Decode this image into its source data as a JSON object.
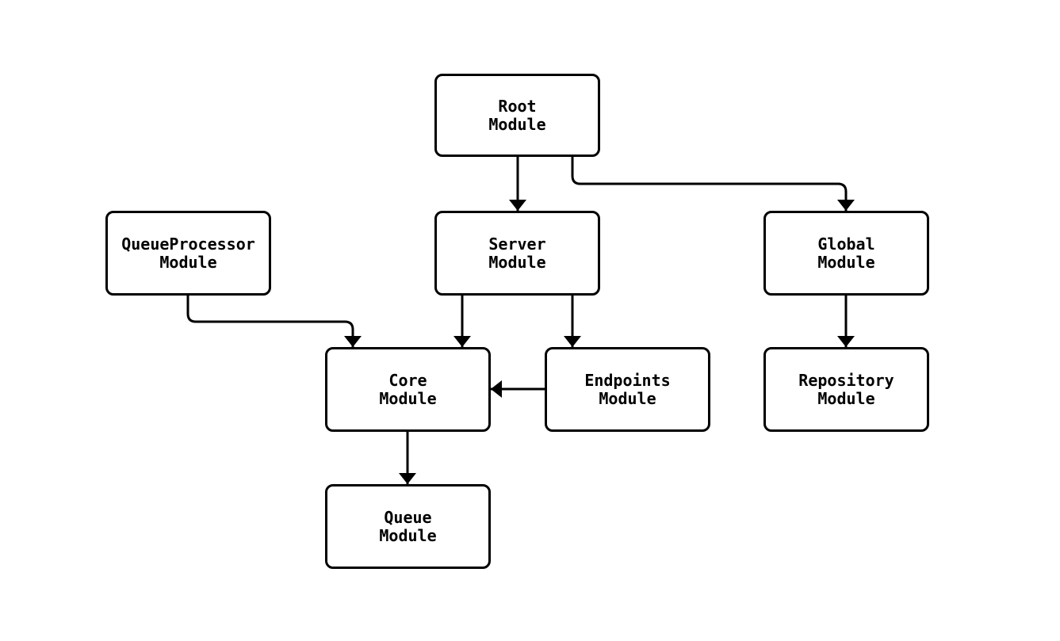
{
  "page": {
    "background_color": "#ffffff"
  },
  "diagram": {
    "type": "flowchart",
    "direction": "top-down",
    "style": {
      "node_fill": "#ffffff",
      "node_border_color": "#000000",
      "edge_color": "#000000",
      "text_color": "#000000",
      "font_weight": "bold"
    },
    "nodes": {
      "root": {
        "label": "Root\nModule"
      },
      "queueprocessor": {
        "label": "QueueProcessor\nModule"
      },
      "server": {
        "label": "Server\nModule"
      },
      "global": {
        "label": "Global\nModule"
      },
      "core": {
        "label": "Core\nModule"
      },
      "endpoints": {
        "label": "Endpoints\nModule"
      },
      "repository": {
        "label": "Repository\nModule"
      },
      "queue": {
        "label": "Queue\nModule"
      }
    },
    "edges": [
      {
        "from": "Root Module",
        "to": "Server Module"
      },
      {
        "from": "Root Module",
        "to": "Global Module"
      },
      {
        "from": "QueueProcessor Module",
        "to": "Core Module"
      },
      {
        "from": "Server Module",
        "to": "Core Module"
      },
      {
        "from": "Server Module",
        "to": "Endpoints Module"
      },
      {
        "from": "Endpoints Module",
        "to": "Core Module"
      },
      {
        "from": "Global Module",
        "to": "Repository Module"
      },
      {
        "from": "Core Module",
        "to": "Queue Module"
      }
    ]
  }
}
